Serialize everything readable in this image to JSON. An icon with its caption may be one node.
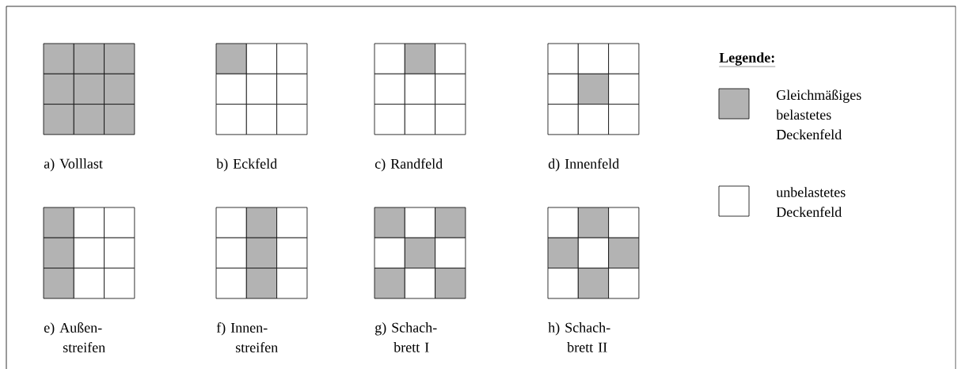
{
  "diagram": {
    "nodes": [
      {
        "text": [
          "a) Volllast"
        ]
      },
      {
        "text": [
          "b) Eckfeld"
        ]
      },
      {
        "text": [
          "c) Randfeld"
        ]
      },
      {
        "text": [
          "d) Innenfeld"
        ]
      },
      {
        "text": [
          "e) Außen- streifen"
        ]
      },
      {
        "text": [
          "f) Innen- streifen"
        ]
      },
      {
        "text": [
          "g) Schach- brett I"
        ]
      },
      {
        "text": [
          "h) Schach- brett II"
        ]
      }
    ],
    "labels": [
      "Legende:"
    ],
    "legend": [
      {
        "text": "Gleichmäßiges belastetes Deckenfeld",
        "color": "#b3b3b3"
      },
      {
        "text": "unbelastetes Deckenfeld"
      }
    ]
  }
}
